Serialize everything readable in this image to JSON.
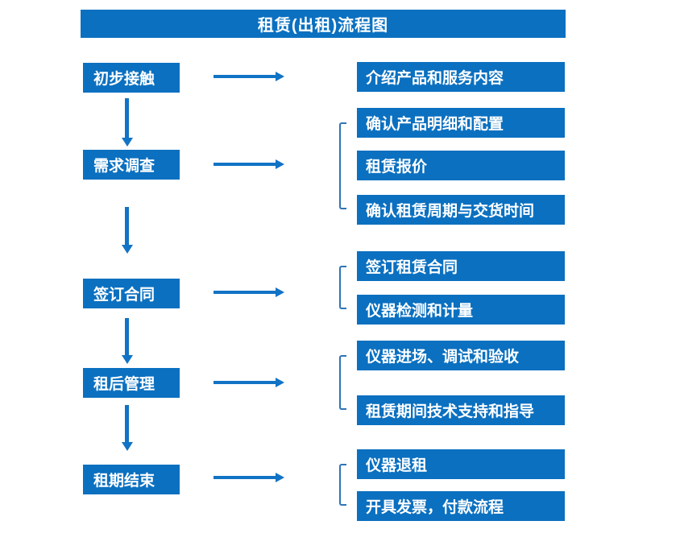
{
  "title": "租赁(出租)流程图",
  "colors": {
    "primary_blue": "#0b70c0",
    "arrow_blue": "#1173c5",
    "bracket_blue": "#2e75b6",
    "text_white": "#ffffff",
    "bg": "#ffffff"
  },
  "stages": [
    {
      "label": "初步接触",
      "outputs": [
        "介绍产品和服务内容"
      ]
    },
    {
      "label": "需求调查",
      "outputs": [
        "确认产品明细和配置",
        "租赁报价",
        "确认租赁周期与交货时间"
      ]
    },
    {
      "label": "签订合同",
      "outputs": [
        "签订租赁合同",
        "仪器检测和计量"
      ]
    },
    {
      "label": "租后管理",
      "outputs": [
        "仪器进场、调试和验收",
        "租赁期间技术支持和指导"
      ]
    },
    {
      "label": "租期结束",
      "outputs": [
        "仪器退租",
        "开具发票，付款流程"
      ]
    }
  ]
}
